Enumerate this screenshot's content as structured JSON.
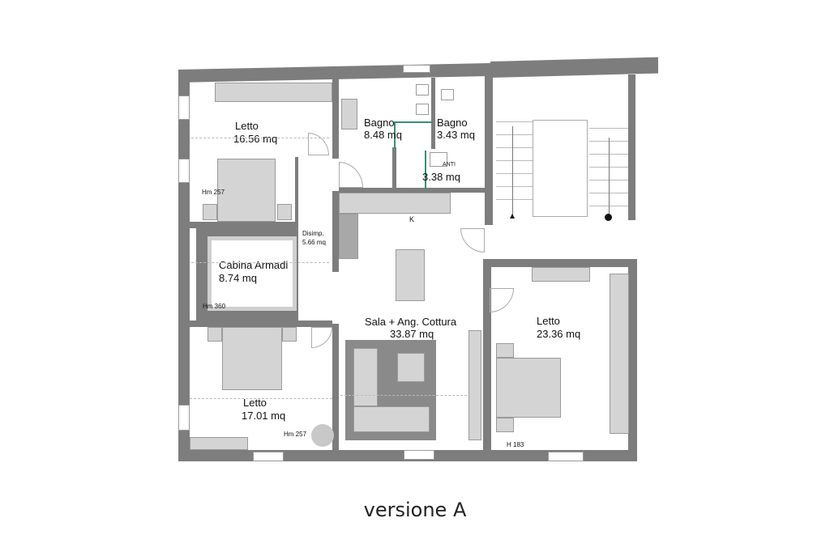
{
  "plan": {
    "title": "versione A",
    "rooms": [
      {
        "id": "letto-1",
        "name": "Letto",
        "area": "16.56 mq",
        "height_note": "Hm 257"
      },
      {
        "id": "bagno-1",
        "name": "Bagno",
        "area": "8.48 mq"
      },
      {
        "id": "bagno-2",
        "name": "Bagno",
        "area": "3.43 mq"
      },
      {
        "id": "antibagno",
        "name": "ANTI",
        "area": "3.38 mq"
      },
      {
        "id": "disimpegno",
        "name": "Disimp.",
        "area": "5.66 mq"
      },
      {
        "id": "cabina-armadi",
        "name": "Cabina Armadi",
        "area": "8.74 mq",
        "height_note": "Hm 360"
      },
      {
        "id": "sala",
        "name": "Sala + Ang. Cottura",
        "area": "33.87 mq",
        "kitchen_mark": "K"
      },
      {
        "id": "letto-2",
        "name": "Letto",
        "area": "17.01 mq",
        "height_note": "Hm 257"
      },
      {
        "id": "letto-3",
        "name": "Letto",
        "area": "23.36 mq",
        "height_note": "H 183"
      }
    ],
    "colors": {
      "wall": "#7d7d7d",
      "furniture": "#d4d4d4",
      "accent": "#3a8f6e"
    }
  }
}
